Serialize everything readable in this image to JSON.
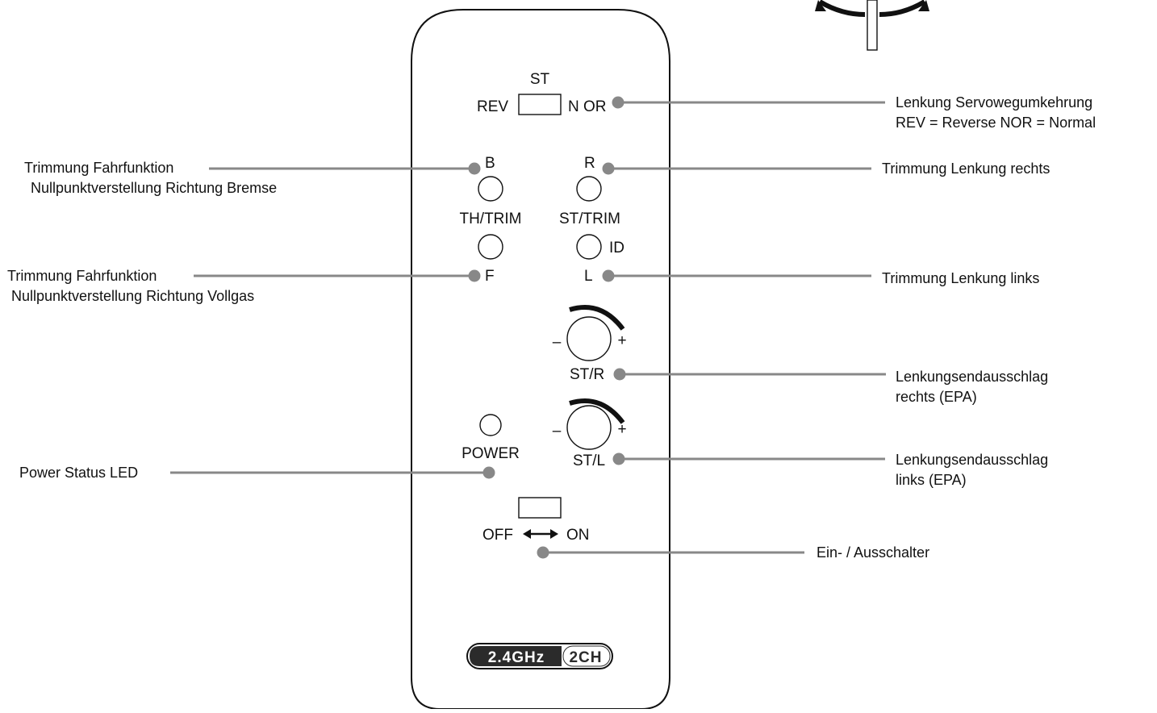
{
  "panel": {
    "st_switch": {
      "title": "ST",
      "left": "REV",
      "right": "N OR"
    },
    "th_trim": {
      "top": "B",
      "label": "TH/TRIM",
      "bottom": "F"
    },
    "st_trim": {
      "top": "R",
      "label": "ST/TRIM",
      "id": "ID",
      "bottom": "L"
    },
    "knob_right": {
      "minus": "–",
      "plus": "+",
      "label": "ST/R"
    },
    "knob_left": {
      "minus": "–",
      "plus": "+",
      "label": "ST/L"
    },
    "power": {
      "label": "POWER"
    },
    "power_switch": {
      "off": "OFF",
      "on": "ON"
    },
    "badge": {
      "left": "2.4GHz",
      "right": "2CH"
    }
  },
  "callouts": {
    "st_reverse": {
      "line1": "Lenkung Servowegumkehrung",
      "line2": "REV = Reverse   NOR = Normal"
    },
    "th_trim_brake": {
      "line1": "Trimmung Fahrfunktion",
      "line2": "Nullpunktverstellung Richtung Bremse"
    },
    "st_trim_right": {
      "line1": "Trimmung Lenkung rechts"
    },
    "th_trim_throttle": {
      "line1": "Trimmung Fahrfunktion",
      "line2": "Nullpunktverstellung Richtung Vollgas"
    },
    "st_trim_left": {
      "line1": "Trimmung Lenkung links"
    },
    "epa_right": {
      "line1": "Lenkungsendausschlag",
      "line2": "rechts (EPA)"
    },
    "epa_left": {
      "line1": "Lenkungsendausschlag",
      "line2": "links (EPA)"
    },
    "power_led": {
      "line1": "Power Status LED"
    },
    "power_switch": {
      "line1": "Ein- / Ausschalter"
    }
  },
  "colors": {
    "leader": "#888888",
    "ink": "#111111",
    "badge_bg": "#2b2b2b"
  }
}
